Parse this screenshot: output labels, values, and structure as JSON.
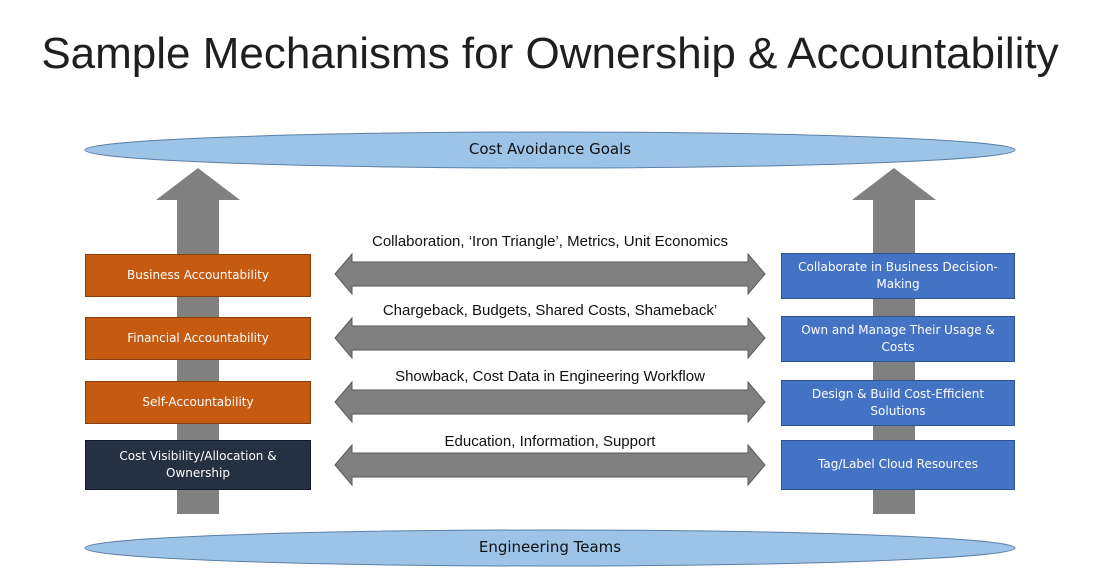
{
  "slide": {
    "title": "Sample Mechanisms for Ownership & Accountability"
  },
  "diagram": {
    "top_goal": "Cost Avoidance Goals",
    "bottom_base": "Engineering Teams",
    "left_column": [
      {
        "label": "Business Accountability",
        "style": "orange"
      },
      {
        "label": "Financial Accountability",
        "style": "orange"
      },
      {
        "label": "Self-Accountability",
        "style": "orange"
      },
      {
        "label": "Cost Visibility/Allocation & Ownership",
        "style": "dark"
      }
    ],
    "right_column": [
      {
        "label": "Collaborate in Business Decision-Making"
      },
      {
        "label": "Own and Manage Their Usage & Costs"
      },
      {
        "label": "Design & Build Cost-Efficient Solutions"
      },
      {
        "label": "Tag/Label Cloud Resources"
      }
    ],
    "mechanisms": [
      {
        "label": "Collaboration, ‘Iron Triangle’, Metrics, Unit Economics"
      },
      {
        "label": "Chargeback, Budgets, Shared Costs, Shameback’"
      },
      {
        "label": "Showback, Cost Data in Engineering Workflow"
      },
      {
        "label": "Education, Information, Support"
      }
    ]
  },
  "colors": {
    "ellipse_fill": "#9dc3e6",
    "ellipse_stroke": "#5b7fa6",
    "arrow_gray": "#808080",
    "orange": "#c55a11",
    "dark_navy": "#253043",
    "blue": "#4472c4"
  }
}
